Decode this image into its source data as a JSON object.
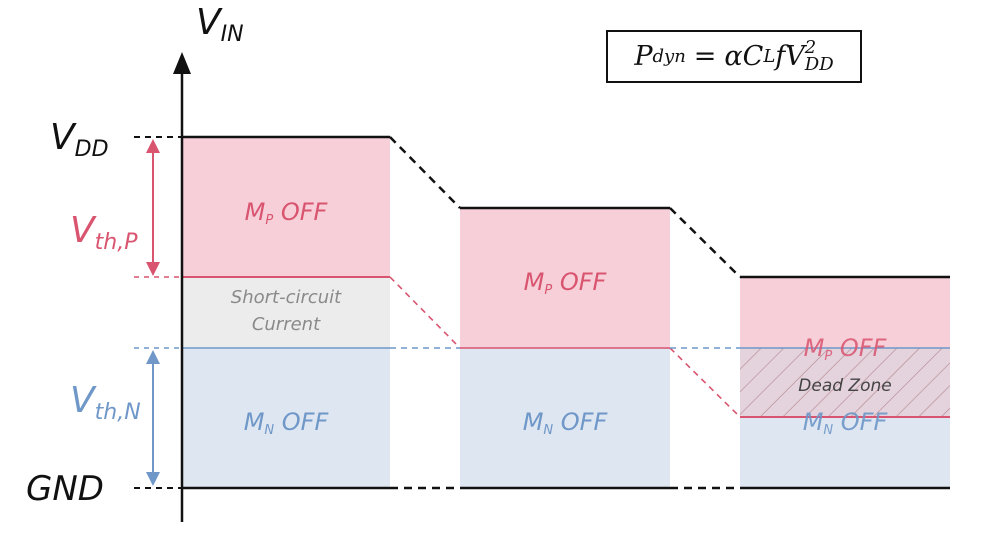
{
  "axis": {
    "y_title_main": "V",
    "y_title_sub": "IN",
    "vdd_main": "V",
    "vdd_sub": "DD",
    "gnd": "GND",
    "vthp_main": "V",
    "vthp_sub": "th,P",
    "vthn_main": "V",
    "vthn_sub": "th,N"
  },
  "formula": {
    "p": "P",
    "p_sub": "dyn",
    "eq": "=",
    "alpha": "α",
    "c": "C",
    "c_sub": "L",
    "f": "f",
    "v": "V",
    "v_sub": "DD",
    "v_sup": "2"
  },
  "regions": {
    "mp_off_main": "M",
    "mp_off_sub": "P",
    "mp_off_suffix": " OFF",
    "mn_off_main": "M",
    "mn_off_sub": "N",
    "mn_off_suffix": " OFF",
    "short_circuit_line1": "Short-circuit",
    "short_circuit_line2": "Current",
    "dead_zone": "Dead Zone"
  },
  "colors": {
    "pmos_fill": "#f6cfd8",
    "nmos_fill": "#dde6f1",
    "short_circuit_fill": "#ececec",
    "pmos_accent": "#d9546f",
    "nmos_accent": "#6f97c8",
    "line": "#111111"
  }
}
